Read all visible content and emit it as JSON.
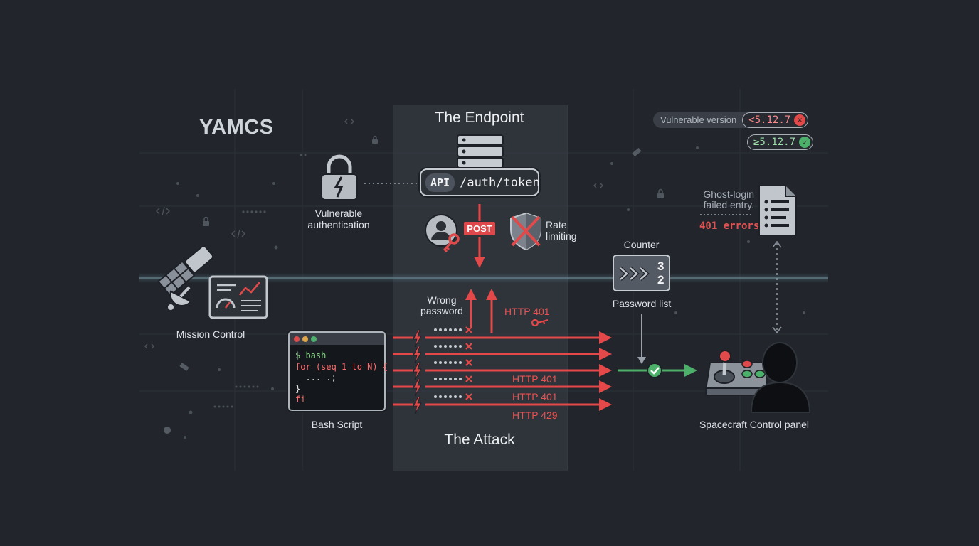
{
  "brand": {
    "title": "YAMCS"
  },
  "mission_control": {
    "label": "Mission Control"
  },
  "vulnerable_auth": {
    "line1": "Vulnerable",
    "line2": "authentication"
  },
  "endpoint": {
    "title": "The Endpoint",
    "api_tag": "API",
    "api_path": "/auth/token",
    "method": "POST",
    "rate_limit_line1": "Rate",
    "rate_limit_line2": "limiting"
  },
  "attack": {
    "title": "The Attack",
    "wrong_password_line1": "Wrong",
    "wrong_password_line2": "password",
    "responses": [
      "HTTP 401",
      "HTTP 401",
      "HTTP 401",
      "HTTP 429"
    ]
  },
  "bash": {
    "label": "Bash Script",
    "lines": [
      "$ bash",
      "for (seq 1 to N) {",
      "  ... .;",
      "}",
      "fi"
    ]
  },
  "counter": {
    "label": "Counter",
    "top": "3",
    "bottom": "2",
    "caption": "Password list"
  },
  "log": {
    "line1": "Ghost-login",
    "line2": "failed entry.",
    "errors": "401 errors"
  },
  "target": {
    "label": "Spacecraft Control panel"
  },
  "versions": {
    "label": "Vulnerable version",
    "vulnerable": "<5.12.7",
    "fixed": "≥5.12.7",
    "colors": {
      "bad": "#e04a4a",
      "good": "#4caf6a"
    }
  },
  "icons": [
    "satellite-icon",
    "monitor-chart-icon",
    "padlock-icon",
    "server-icon",
    "user-key-icon",
    "shield-x-icon",
    "lightning-icon",
    "document-icon",
    "joystick-icon",
    "operator-icon",
    "check-icon"
  ],
  "colors": {
    "attack_red": "#e44848",
    "success_green": "#4caf6a",
    "background": "#22262c"
  }
}
